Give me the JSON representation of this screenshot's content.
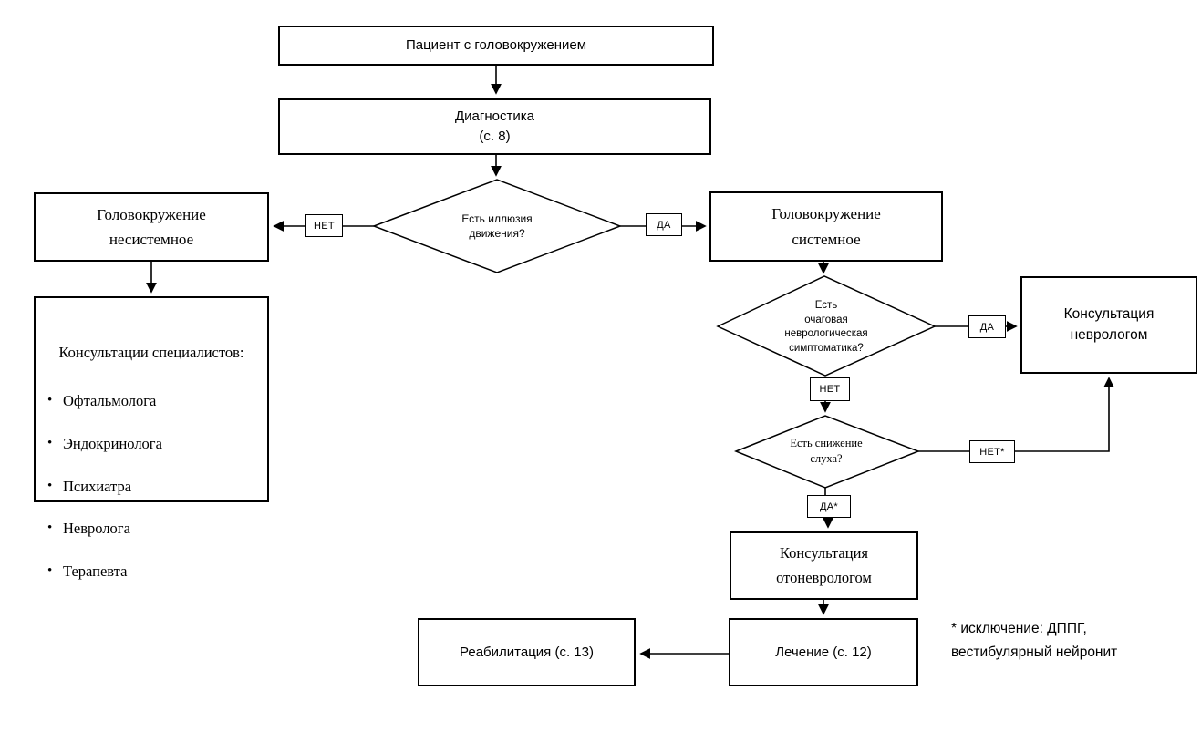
{
  "flowchart": {
    "nodes": {
      "patient": "Пациент с головокружением",
      "diagnostics": "Диагностика\n(с. 8)",
      "decision_illusion": "Есть иллюзия\nдвижения?",
      "nonsystemic": "Головокружение\nнесистемное",
      "systemic": "Головокружение\nсистемное",
      "decision_focal": "Есть\nочаговая\nневрологическая\nсимптоматика?",
      "neurologist": "Консультация\nневрологом",
      "decision_hearing": "Есть снижение\nслуха?",
      "otoneurologist": "Консультация\nотоневрологом",
      "treatment": "Лечение (с. 12)",
      "rehabilitation": "Реабилитация (с. 13)"
    },
    "consultations": {
      "title": "Консультации специалистов:",
      "items": [
        "Офтальмолога",
        "Эндокринолога",
        "Психиатра",
        "Невролога",
        "Терапевта"
      ]
    },
    "edge_labels": {
      "illusion_no": "НЕТ",
      "illusion_yes": "ДА",
      "focal_yes": "ДА",
      "focal_no": "НЕТ",
      "hearing_no": "НЕТ*",
      "hearing_yes": "ДА*"
    },
    "footnote": "* исключение: ДППГ,\nвестибулярный нейронит",
    "colors": {
      "line": "#000000",
      "text": "#000000",
      "background": "#ffffff"
    }
  }
}
